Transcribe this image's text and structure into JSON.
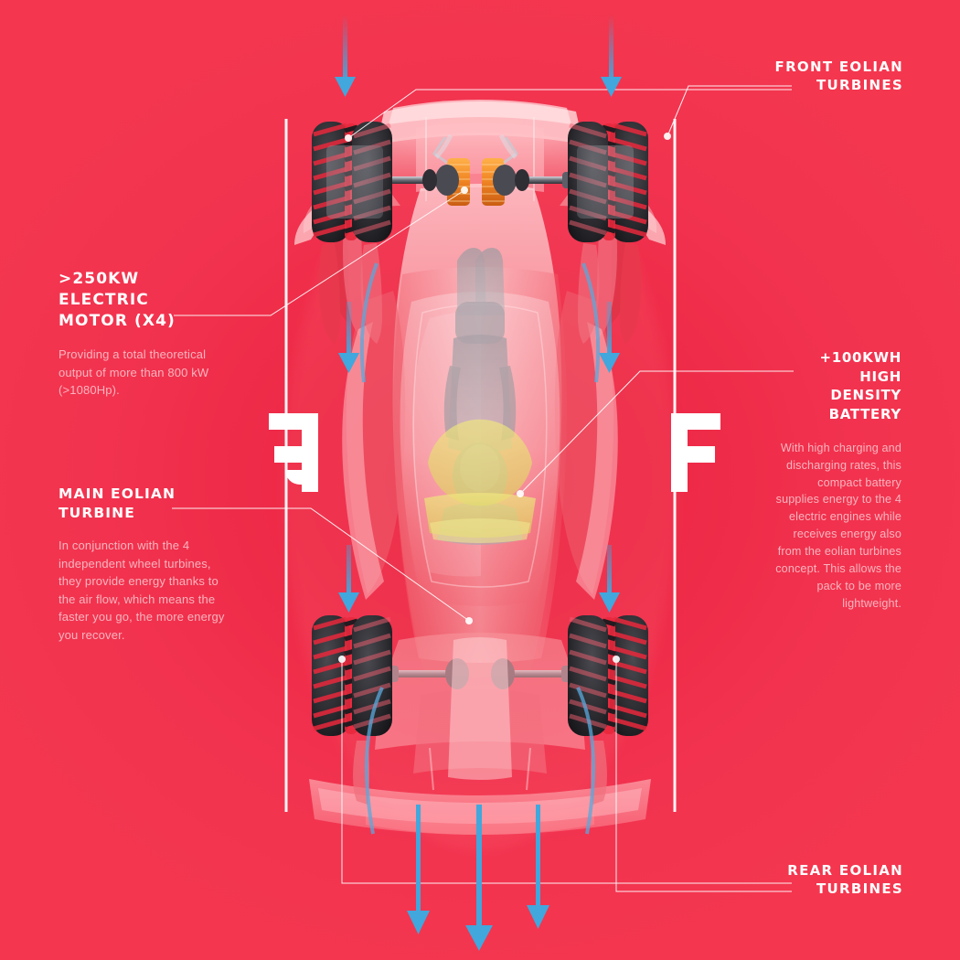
{
  "meta": {
    "background_color": "#f2334f",
    "accent_arrow_color": "#41a7dd",
    "line_color": "#ffffff",
    "body_text_color": "#f9b5bf",
    "heading_text_color": "#ffffff"
  },
  "callouts": {
    "front_turbines": {
      "title_line1": "FRONT EOLIAN",
      "title_line2": "TURBINES",
      "body": ""
    },
    "rear_turbines": {
      "title_line1": "REAR EOLIAN",
      "title_line2": "TURBINES",
      "body": ""
    },
    "electric_motor": {
      "title_line1": ">250KW",
      "title_line2": "ELECTRIC",
      "title_line3": "MOTOR (X4)",
      "body": "Providing a total theoretical output of more than 800 kW (>1080Hp)."
    },
    "main_turbine": {
      "title_line1": "MAIN EOLIAN",
      "title_line2": "TURBINE",
      "body": "In conjunction with the 4 independent wheel turbines, they provide energy thanks to the air flow, which means the faster you go, the more energy you recover."
    },
    "battery": {
      "title_line1": "+100KWH HIGH",
      "title_line2": "DENSITY BATTERY",
      "body": "With high charging and discharging rates, this compact battery supplies energy to the 4 electric engines while receives energy also from the eolian turbines concept. This allows the pack to be more lightweight."
    }
  },
  "brand_marks": {
    "left_mark": "F",
    "right_mark": "F"
  },
  "airflow": {
    "label": "airflow-arrow",
    "count_top": 2,
    "count_mid": 2,
    "count_lower_mid": 2,
    "count_bottom": 3
  },
  "vehicle": {
    "view": "top-down",
    "description": "transparent x-ray rendering of a single-seat electric hypercar",
    "wheel_count": 4,
    "highlight_colors": {
      "motor": "#ef8a2a",
      "battery": "#e9e06a",
      "tyre": "#2a2a2e",
      "tyre_accent": "#e8283c"
    }
  }
}
